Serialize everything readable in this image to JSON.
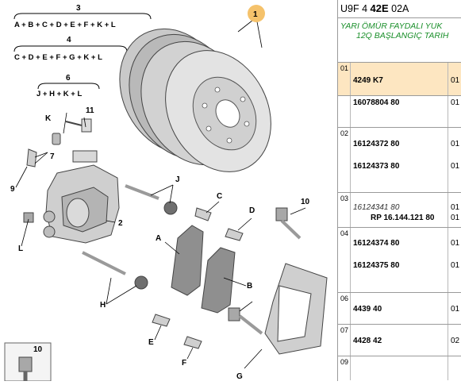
{
  "formulas": [
    {
      "num": "3",
      "text": "A + B + C + D + E + F + K + L"
    },
    {
      "num": "4",
      "text": "C + D + E + F + G + K + L"
    },
    {
      "num": "6",
      "text": "J + H + K + L"
    }
  ],
  "callouts": {
    "n1": "1",
    "n2": "2",
    "n7": "7",
    "n9": "9",
    "n10a": "10",
    "n10b": "10",
    "n11": "11",
    "K": "K",
    "J": "J",
    "L": "L",
    "C": "C",
    "D": "D",
    "A": "A",
    "B": "B",
    "H": "H",
    "E": "E",
    "F": "F",
    "G": "G"
  },
  "panel": {
    "header_pre": "U9F 4 ",
    "header_bold": "42E",
    "header_post": " 02A",
    "green_line1": "YARI ÖMÜR FAYDALI YUK",
    "green_line2": "12Q BAŞLANGIÇ TARIH",
    "rows": [
      {
        "pos": "01",
        "highlight": true,
        "refs": [
          {
            "code": "4249 K7",
            "qty": "01",
            "italic": false
          }
        ]
      },
      {
        "pos": "",
        "highlight": false,
        "refs": [
          {
            "code": "16078804 80",
            "qty": "01",
            "italic": false
          }
        ]
      },
      {
        "pos": "02",
        "highlight": false,
        "refs": [
          {
            "code": "16124372 80",
            "qty": "01",
            "italic": false
          },
          {
            "code": "16124373 80",
            "qty": "01",
            "italic": false
          }
        ]
      },
      {
        "pos": "03",
        "highlight": false,
        "refs": [
          {
            "code": "16124341 80",
            "qty": "01",
            "italic": true
          },
          {
            "code": "RP 16.144.121 80",
            "qty": "01",
            "italic": false
          }
        ]
      },
      {
        "pos": "04",
        "highlight": false,
        "refs": [
          {
            "code": "16124374 80",
            "qty": "01",
            "italic": false
          },
          {
            "code": "16124375 80",
            "qty": "01",
            "italic": false
          }
        ]
      },
      {
        "pos": "06",
        "highlight": false,
        "refs": [
          {
            "code": "4439 40",
            "qty": "01",
            "italic": false
          }
        ]
      },
      {
        "pos": "07",
        "highlight": false,
        "refs": [
          {
            "code": "4428 42",
            "qty": "02",
            "italic": false
          }
        ]
      },
      {
        "pos": "09",
        "highlight": false,
        "refs": []
      }
    ]
  },
  "colors": {
    "highlight_row": "#fde6c1",
    "callout_badge": "#f5c26b",
    "subtitle_green": "#1a8f2a"
  }
}
